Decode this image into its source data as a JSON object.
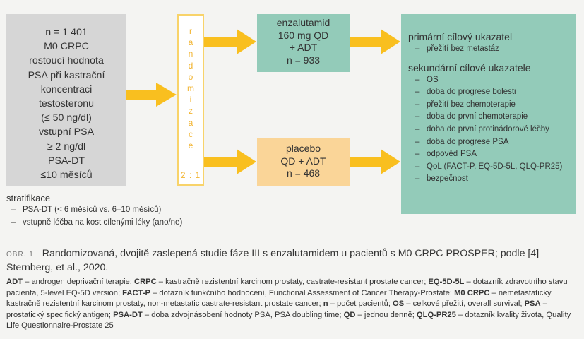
{
  "population": {
    "lines": [
      "n = 1 401",
      "M0 CRPC",
      "rostoucí hodnota",
      "PSA při kastrační",
      "koncentraci",
      "testosteronu",
      "(≤ 50 ng/dl)",
      "vstupní PSA",
      "≥ 2 ng/dl",
      "PSA-DT",
      "≤10 měsíců"
    ]
  },
  "randomization": {
    "letters": [
      "r",
      "a",
      "n",
      "d",
      "o",
      "m",
      "i",
      "z",
      "a",
      "c",
      "e"
    ],
    "ratio": "2 : 1"
  },
  "enzalutamide_arm": {
    "lines": [
      "enzalutamid",
      "160 mg QD",
      "+ ADT",
      "n = 933"
    ]
  },
  "placebo_arm": {
    "lines": [
      "placebo",
      "QD + ADT",
      "n = 468"
    ]
  },
  "endpoints": {
    "primary_title": "primární cílový ukazatel",
    "primary_items": [
      "přežití bez metastáz"
    ],
    "secondary_title": "sekundární cílové ukazatele",
    "secondary_items": [
      "OS",
      "doba do progrese bolesti",
      "přežití bez chemoterapie",
      "doba do první chemoterapie",
      "doba do první protinádorové léčby",
      "doba do progrese PSA",
      "odpověď PSA",
      "QoL (FACT-P, EQ-5D-5L, QLQ-PR25)",
      "bezpečnost"
    ]
  },
  "stratification": {
    "title": "stratifikace",
    "items": [
      "PSA-DT (< 6 měsíců vs. 6–10 měsíců)",
      "vstupně léčba na kost cílenými léky (ano/ne)"
    ]
  },
  "caption": {
    "label": "OBR. 1",
    "text": "Randomizovaná, dvojitě zaslepená studie fáze III s enzalutamidem u pacientů s M0 CRPC PROSPER; podle [4] – Sternberg, et al., 2020."
  },
  "abbreviations": [
    {
      "term": "ADT",
      "def": "androgen deprivační terapie"
    },
    {
      "term": "CRPC",
      "def": "kastračně rezistentní karcinom prostaty, castrate-resistant prostate cancer"
    },
    {
      "term": "EQ-5D-5L",
      "def": "dotazník zdravotního stavu pacienta, 5-level EQ-5D version"
    },
    {
      "term": "FACT-P",
      "def": "dotazník funkčního hodnocení, Functional Assessment of Cancer Therapy-Prostate"
    },
    {
      "term": "M0 CRPC",
      "def": "nemetastatický kastračně rezistentní karcinom prostaty, non-metastatic castrate-resistant prostate cancer"
    },
    {
      "term": "n",
      "def": "počet pacientů"
    },
    {
      "term": "OS",
      "def": "celkové přežití, overall survival"
    },
    {
      "term": "PSA",
      "def": "prostatický specifický antigen"
    },
    {
      "term": "PSA-DT",
      "def": "doba zdvojnásobení hodnoty PSA, PSA doubling time"
    },
    {
      "term": "QD",
      "def": "jednou denně"
    },
    {
      "term": "QLQ-PR25",
      "def": "dotazník kvality života, Quality Life Questionnaire-Prostate 25"
    }
  ],
  "colors": {
    "arrow": "#f9bf1f",
    "green_box": "#93cbb9",
    "orange_box": "#fad598",
    "grey_box": "#d6d6d6",
    "rand_text": "#f2b533"
  }
}
